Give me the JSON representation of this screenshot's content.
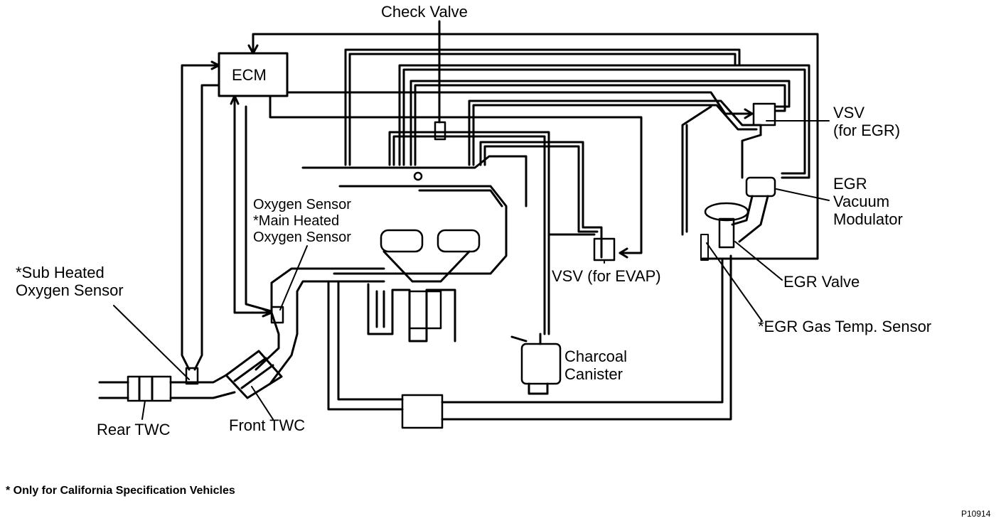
{
  "labels": {
    "check_valve": "Check Valve",
    "ecm": "ECM",
    "vsv_egr": "VSV\n(for EGR)",
    "egr_vacuum_modulator": "EGR\nVacuum\nModulator",
    "oxygen_sensor": "Oxygen Sensor\n*Main Heated\nOxygen Sensor",
    "sub_heated_oxygen_sensor": "*Sub Heated\nOxygen Sensor",
    "vsv_evap": "VSV (for EVAP)",
    "egr_valve": "EGR Valve",
    "egr_gas_temp_sensor": "*EGR Gas Temp. Sensor",
    "charcoal_canister": "Charcoal\nCanister",
    "rear_twc": "Rear TWC",
    "front_twc": "Front TWC"
  },
  "footnote": "* Only for California Specification Vehicles",
  "figure_code": "P10914"
}
